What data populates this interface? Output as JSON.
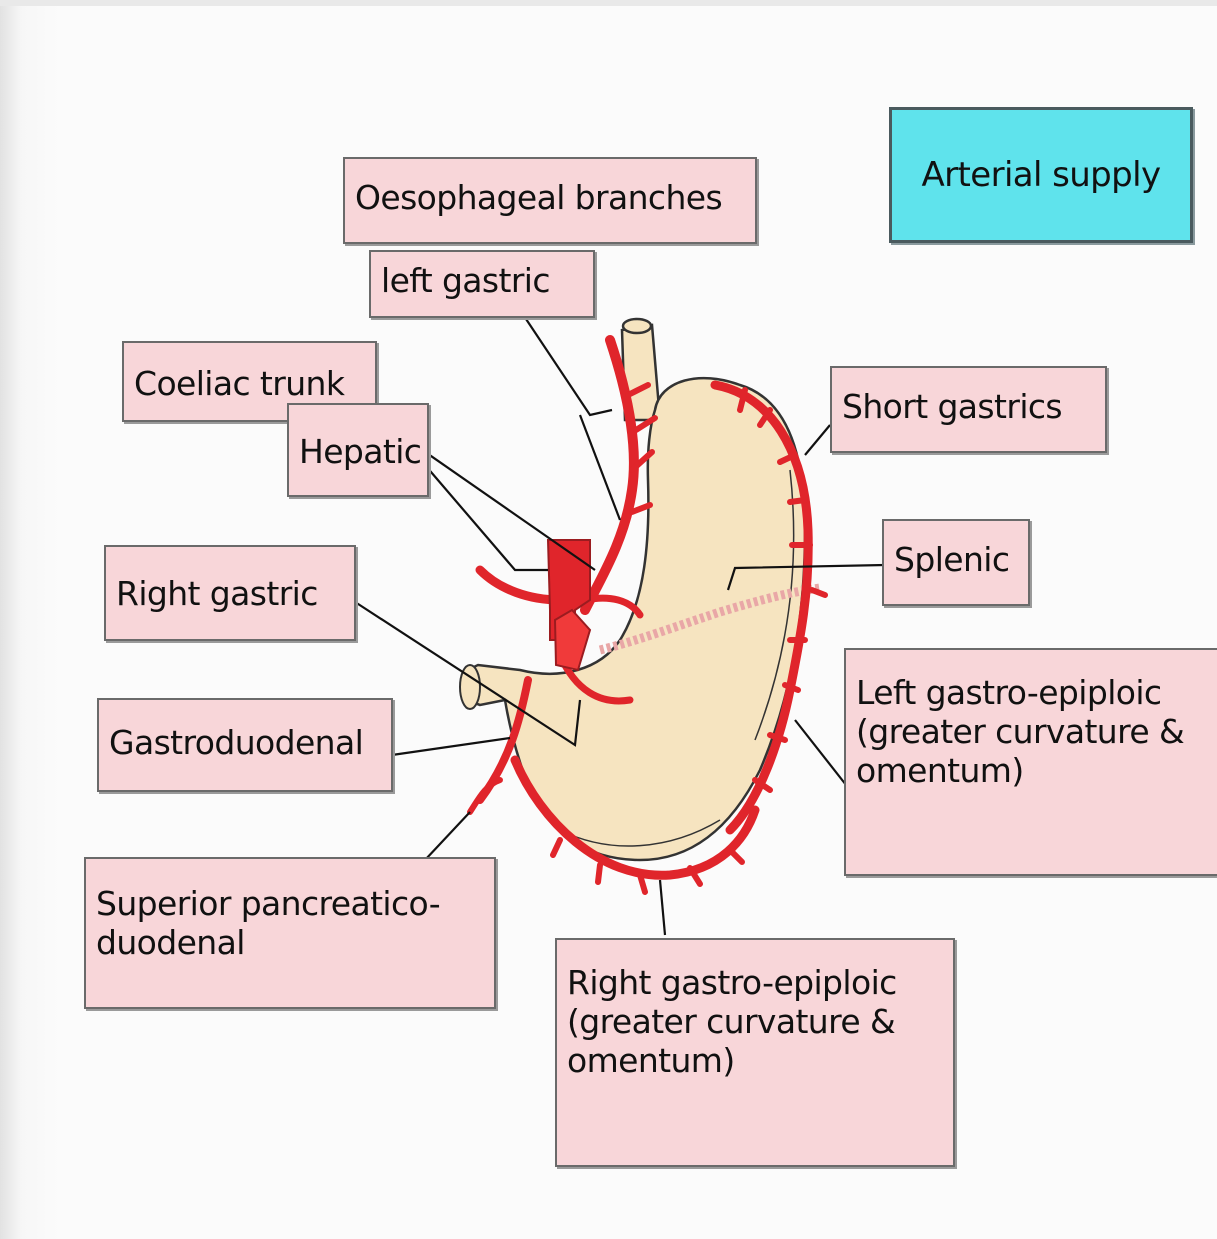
{
  "title": "Arterial supply",
  "labels": {
    "oesophageal": "Oesophageal branches",
    "left_gastric": "left gastric",
    "coeliac": "Coeliac trunk",
    "hepatic": "Hepatic",
    "right_gastric": "Right gastric",
    "gastroduodenal": "Gastroduodenal",
    "sup_pancreatico": "Superior pancreatico-\nduodenal",
    "short_gastrics": "Short gastrics",
    "splenic": "Splenic",
    "left_gastro_epiploic": "Left gastro-epiploic\n(greater curvature &\nomentum)",
    "right_gastro_epiploic": "Right gastro-epiploic\n(greater curvature &\nomentum)"
  },
  "colors": {
    "label_fill": "#f8d6d9",
    "title_fill": "#5fe3ec",
    "artery": "#e0252b",
    "stomach": "#f6e4c0"
  }
}
